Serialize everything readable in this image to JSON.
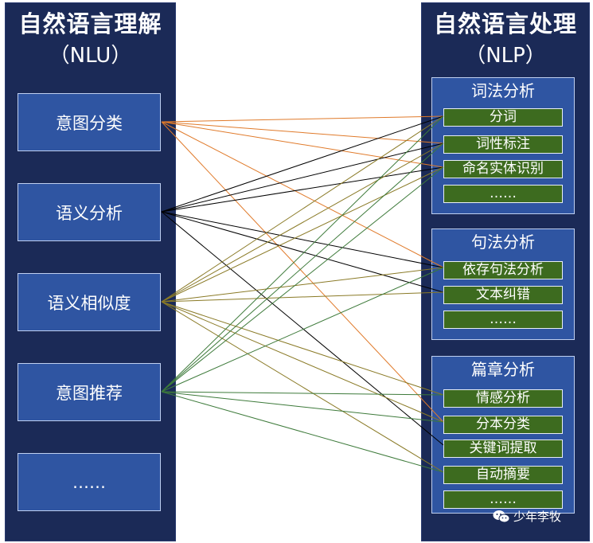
{
  "left": {
    "title": "自然语言理解",
    "subtitle": "（NLU）",
    "boxes": [
      "意图分类",
      "语义分析",
      "语义相似度",
      "意图推荐",
      "……"
    ]
  },
  "right": {
    "title": "自然语言处理",
    "subtitle": "（NLP）",
    "groups": [
      {
        "title": "词法分析",
        "items": [
          "分词",
          "词性标注",
          "命名实体识别",
          "……"
        ]
      },
      {
        "title": "句法分析",
        "items": [
          "依存句法分析",
          "文本纠错",
          "……"
        ]
      },
      {
        "title": "篇章分析",
        "items": [
          "情感分析",
          "分本分类",
          "关键词提取",
          "自动摘要",
          "……"
        ]
      }
    ]
  },
  "watermark": {
    "text": "少年李牧",
    "icon": "wechat-icon"
  },
  "colors": {
    "panel": "#1b2a57",
    "box": "#2f55a2",
    "item": "#3d6b1f",
    "line_orange": "#e07a2a",
    "line_black": "#000000",
    "line_olive": "#8a7a26",
    "line_green": "#3d7a3a"
  }
}
